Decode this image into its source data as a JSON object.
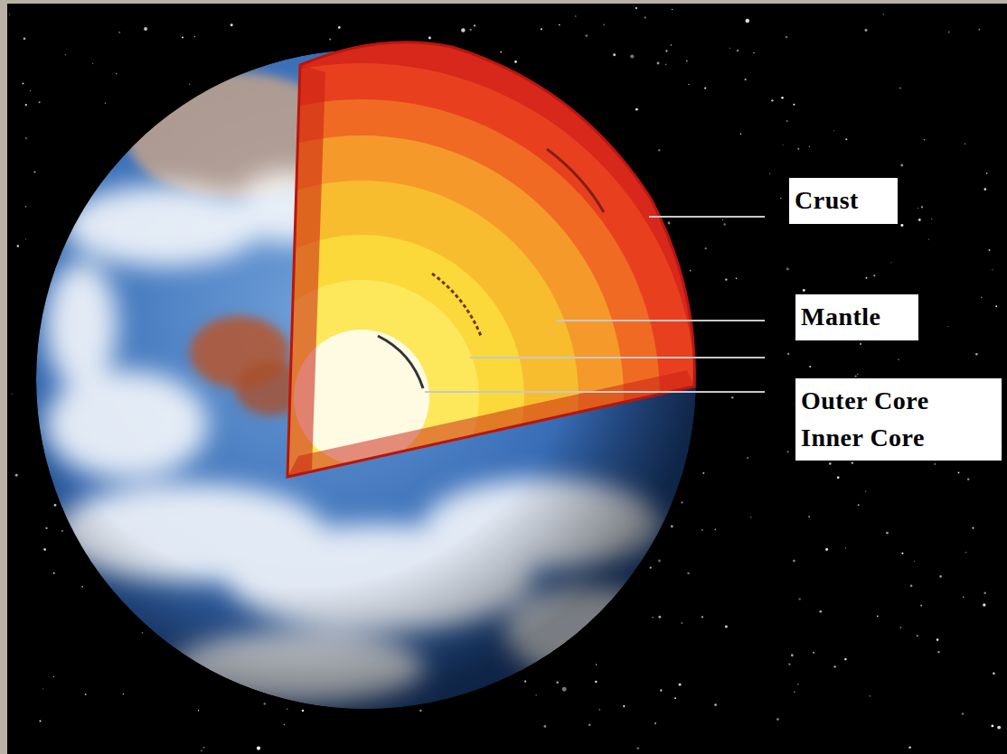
{
  "diagram": {
    "nodes": [
      {
        "text": [
          "Crust"
        ]
      },
      {
        "text": [
          "Mantle"
        ]
      },
      {
        "text": [
          "Outer Core",
          "Inner Core"
        ]
      }
    ]
  }
}
